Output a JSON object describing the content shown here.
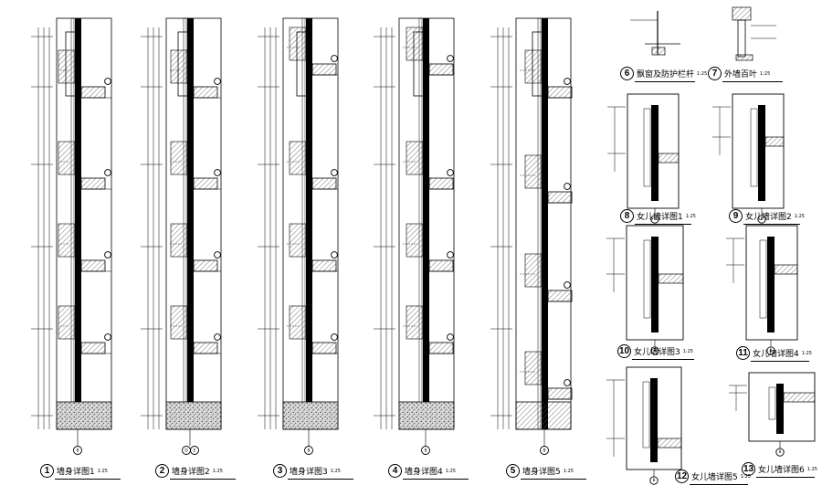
{
  "sheet": {
    "subject": "wall-section-detail-drawings"
  },
  "details": [
    {
      "number": "1",
      "title": "墙身详图1",
      "scale": "1:25"
    },
    {
      "number": "2",
      "title": "墙身详图2",
      "scale": "1:25"
    },
    {
      "number": "3",
      "title": "墙身详图3",
      "scale": "1:25"
    },
    {
      "number": "4",
      "title": "墙身详图4",
      "scale": "1:25"
    },
    {
      "number": "5",
      "title": "墙身详图5",
      "scale": "1:25"
    },
    {
      "number": "6",
      "title": "飘窗及防护栏杆",
      "scale": "1:25"
    },
    {
      "number": "7",
      "title": "外墙百叶",
      "scale": "1:25"
    },
    {
      "number": "8",
      "title": "女儿墙详图1",
      "scale": "1:25"
    },
    {
      "number": "9",
      "title": "女儿墙详图2",
      "scale": "1:25"
    },
    {
      "number": "10",
      "title": "女儿墙详图3",
      "scale": "1:25"
    },
    {
      "number": "11",
      "title": "女儿墙详图4",
      "scale": "1:25"
    },
    {
      "number": "12",
      "title": "女儿墙详图5",
      "scale": "1:25"
    },
    {
      "number": "13",
      "title": "女儿墙详图6",
      "scale": "1:25"
    }
  ],
  "axis_tags": {
    "main": "B",
    "pair_left": "D",
    "pair_right": "E"
  },
  "colors": {
    "ink": "#000000",
    "hatch": "#666666",
    "stamp": "#e06060"
  }
}
